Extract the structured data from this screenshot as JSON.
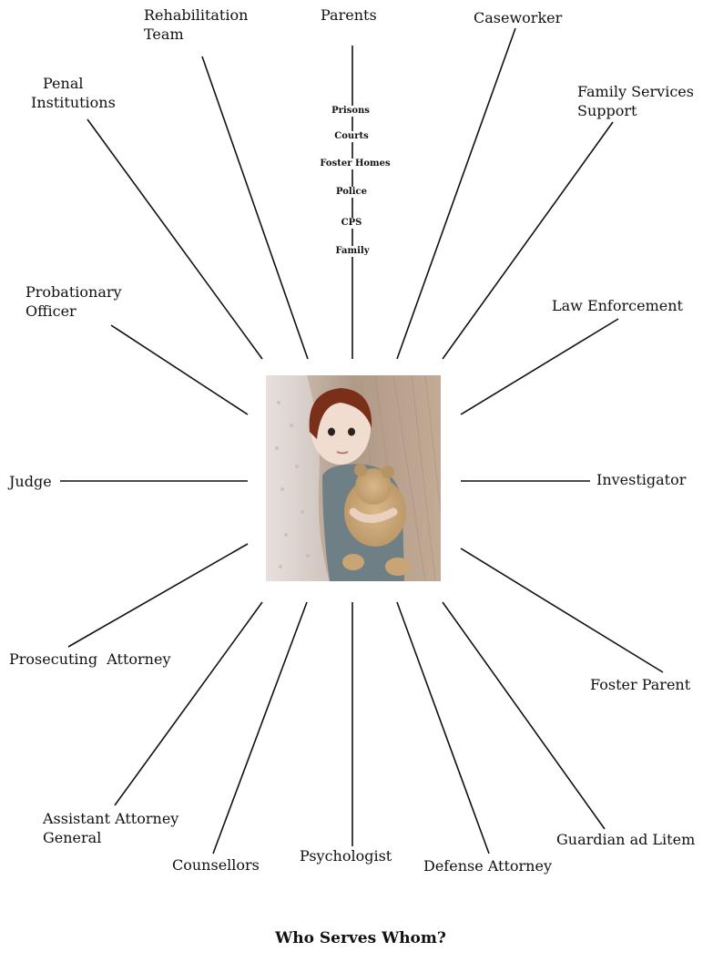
{
  "center_image": {
    "icon": "child-with-teddy-bear-photo"
  },
  "roles": {
    "parents": "Parents",
    "rehab_1": "Rehabilitation",
    "rehab_2": "Team",
    "caseworker": "Caseworker",
    "penal_1": "Penal",
    "penal_2": "Institutions",
    "family_services_1": "Family Services",
    "family_services_2": "Support",
    "probationary_1": "Probationary",
    "probationary_2": "Officer",
    "law_enforcement": "Law Enforcement",
    "judge": "Judge",
    "investigator": "Investigator",
    "prosecuting_attorney": "Prosecuting  Attorney",
    "foster_parent": "Foster Parent",
    "assistant_ag_1": "Assistant Attorney",
    "assistant_ag_2": "General",
    "guardian_ad_litem": "Guardian ad Litem",
    "counsellors": "Counsellors",
    "psychologist": "Psychologist",
    "defense_attorney": "Defense Attorney"
  },
  "system_stack": [
    "Prisons",
    "Courts",
    "Foster Homes",
    "Police",
    "CPS",
    "Family"
  ],
  "title": "Who Serves Whom?"
}
